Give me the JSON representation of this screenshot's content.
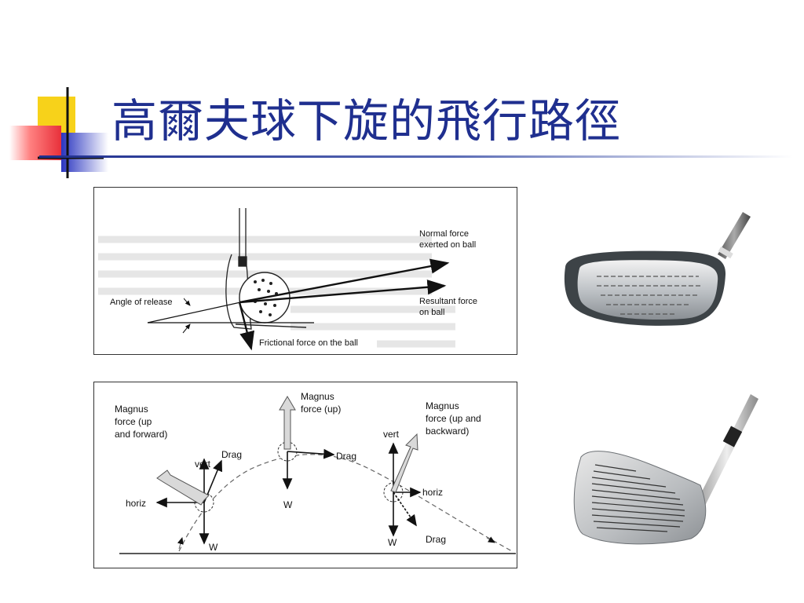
{
  "slide": {
    "title": "高爾夫球下旋的飛行路徑"
  },
  "diagram_top": {
    "labels": {
      "normal_force": [
        "Normal force",
        "exerted on ball"
      ],
      "resultant_force": [
        "Resultant force",
        "on ball"
      ],
      "angle_of_release": "Angle of release",
      "frictional_force": "Frictional force on the ball"
    }
  },
  "diagram_bottom": {
    "labels": {
      "magnus_left": [
        "Magnus",
        "force (up",
        "and forward)"
      ],
      "magnus_mid": [
        "Magnus",
        "force (up)"
      ],
      "magnus_right": [
        "Magnus",
        "force (up and",
        "backward)"
      ],
      "drag": "Drag",
      "vert": "vert",
      "horiz": "horiz",
      "weight": "W"
    }
  },
  "photos": {
    "driver": "driver-club-head",
    "iron": "iron-club-head"
  },
  "colors": {
    "title": "#1f2f8f",
    "logo_yellow": "#f7d21a",
    "logo_red": "#e8303a",
    "logo_blue": "#2a35c0"
  }
}
